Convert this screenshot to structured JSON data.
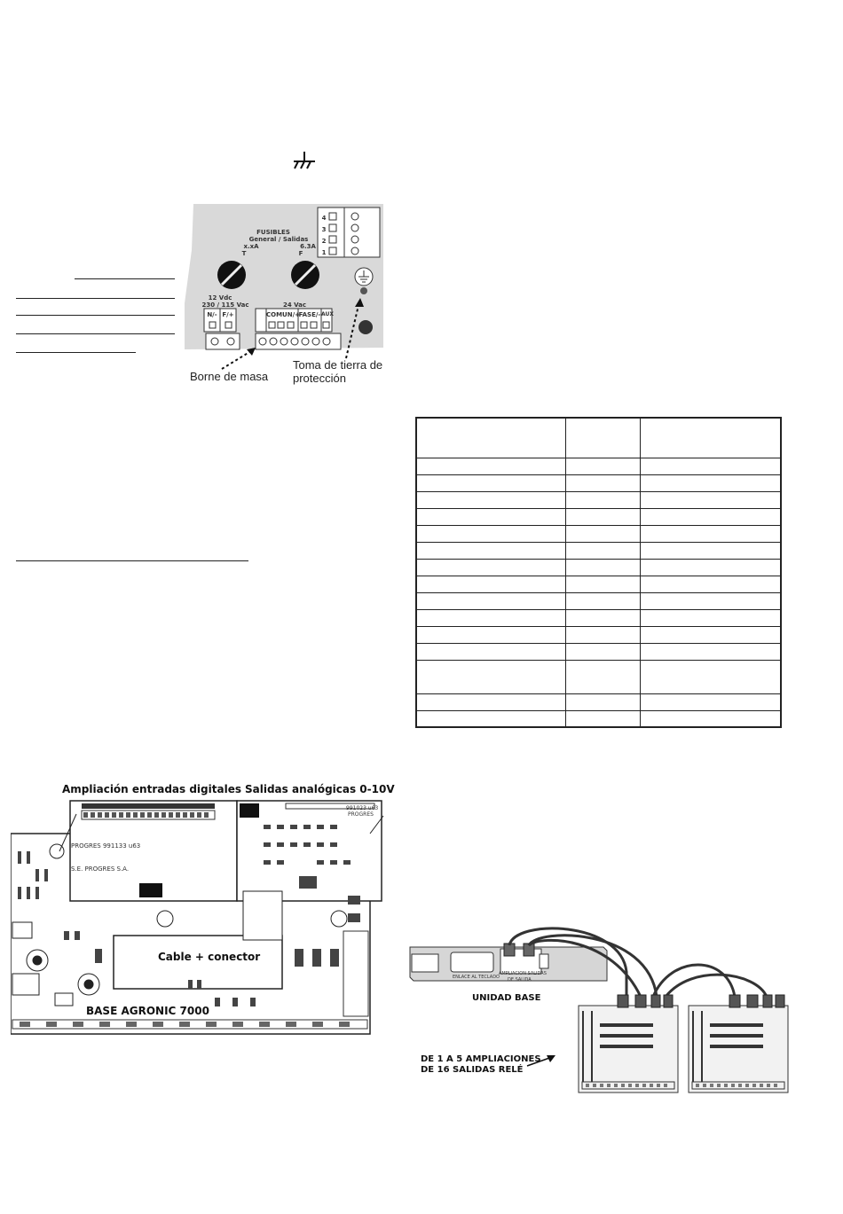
{
  "ground_symbol": "chassis-ground-icon",
  "panel": {
    "fuses_title": "FUSIBLES",
    "fuses_sub": "General  /  Salidas",
    "fuse_general_value": "x.xA",
    "fuse_outputs_value": "6.3A",
    "fuse_general_letter": "T",
    "fuse_outputs_letter": "F",
    "left_voltage": "12 Vdc",
    "left_voltage_ac": "230 / 115 Vac",
    "left_terminal_1": "N/-",
    "left_terminal_2": "F/+",
    "mid_voltage": "24 Vac",
    "comun": "COMUN/+",
    "fase": "FASE/-",
    "aux": "AUX",
    "relay_numbers": [
      "4",
      "3",
      "2",
      "1"
    ],
    "label_mass": "Borne de masa",
    "label_ground_1": "Toma de tierra de",
    "label_ground_2": "protección",
    "colors": {
      "panel_bg": "#d9d9d9",
      "dark": "#222222"
    }
  },
  "table": {
    "columns": 3,
    "rows": 16
  },
  "board": {
    "caption_expansion": "Ampliación entradas digitales",
    "caption_analog": "Salidas analógicas 0-10V",
    "pcb_label_1": "PROGRES  991133  u63",
    "pcb_label_2": "S.E. PROGRES S.A.",
    "pcb_label_3": "991023  u63",
    "pcb_label_4": "PROGRES",
    "cable_label": "Cable + conector",
    "base_label": "BASE AGRONIC 7000"
  },
  "relay": {
    "unit_label": "UNIDAD BASE",
    "base_text_1": "ENLACE AL TECLADO",
    "base_text_2": "AMPLIACION SALIDAS",
    "base_text_3": "DE SALIDA",
    "expansion_line_1": "DE 1 A 5 AMPLIACIONES",
    "expansion_line_2": "DE 16 SALIDAS RELÉ"
  }
}
